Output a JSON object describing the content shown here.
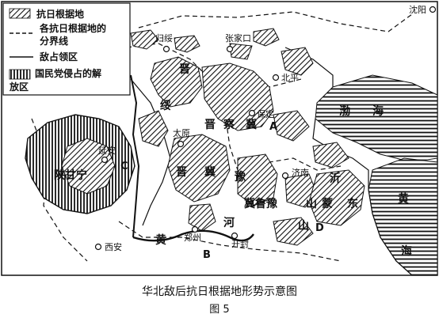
{
  "legend": {
    "base_areas": "抗日根据地",
    "boundary_line_1": "各抗日根据地的",
    "boundary_line_2": "分界线",
    "occupied_area": "敌占领区",
    "kmt_line_1": "国民党侵占的解",
    "kmt_line_2": "放区"
  },
  "cities": {
    "shenyang": "沈阳",
    "guisui": "归绥",
    "zhangjiakou": "张家口",
    "beiping": "北平",
    "baoding": "保定",
    "taiyuan": "太原",
    "yanan": "延安",
    "jinan": "济南",
    "zhengzhou": "郑州",
    "kaifeng": "开封",
    "xian": "西安"
  },
  "region_chars": {
    "jin": "晋",
    "sui": "绥",
    "cha": "察",
    "ji": "冀",
    "lu": "鲁",
    "yu": "豫",
    "shan_gan_ning": "陕甘宁",
    "shan": "山",
    "dong": "东",
    "meng": "蒙",
    "yi": "沂"
  },
  "seas": {
    "bo": "渤",
    "hai": "海",
    "huang": "黄"
  },
  "rivers": {
    "huang": "黄",
    "he": "河"
  },
  "markers": {
    "a": "A",
    "b": "B",
    "c": "C",
    "d": "D"
  },
  "caption": {
    "title": "华北敌后抗日根据地形势示意图",
    "figure": "图 5"
  },
  "colors": {
    "ink": "#111111",
    "background": "#ffffff"
  }
}
